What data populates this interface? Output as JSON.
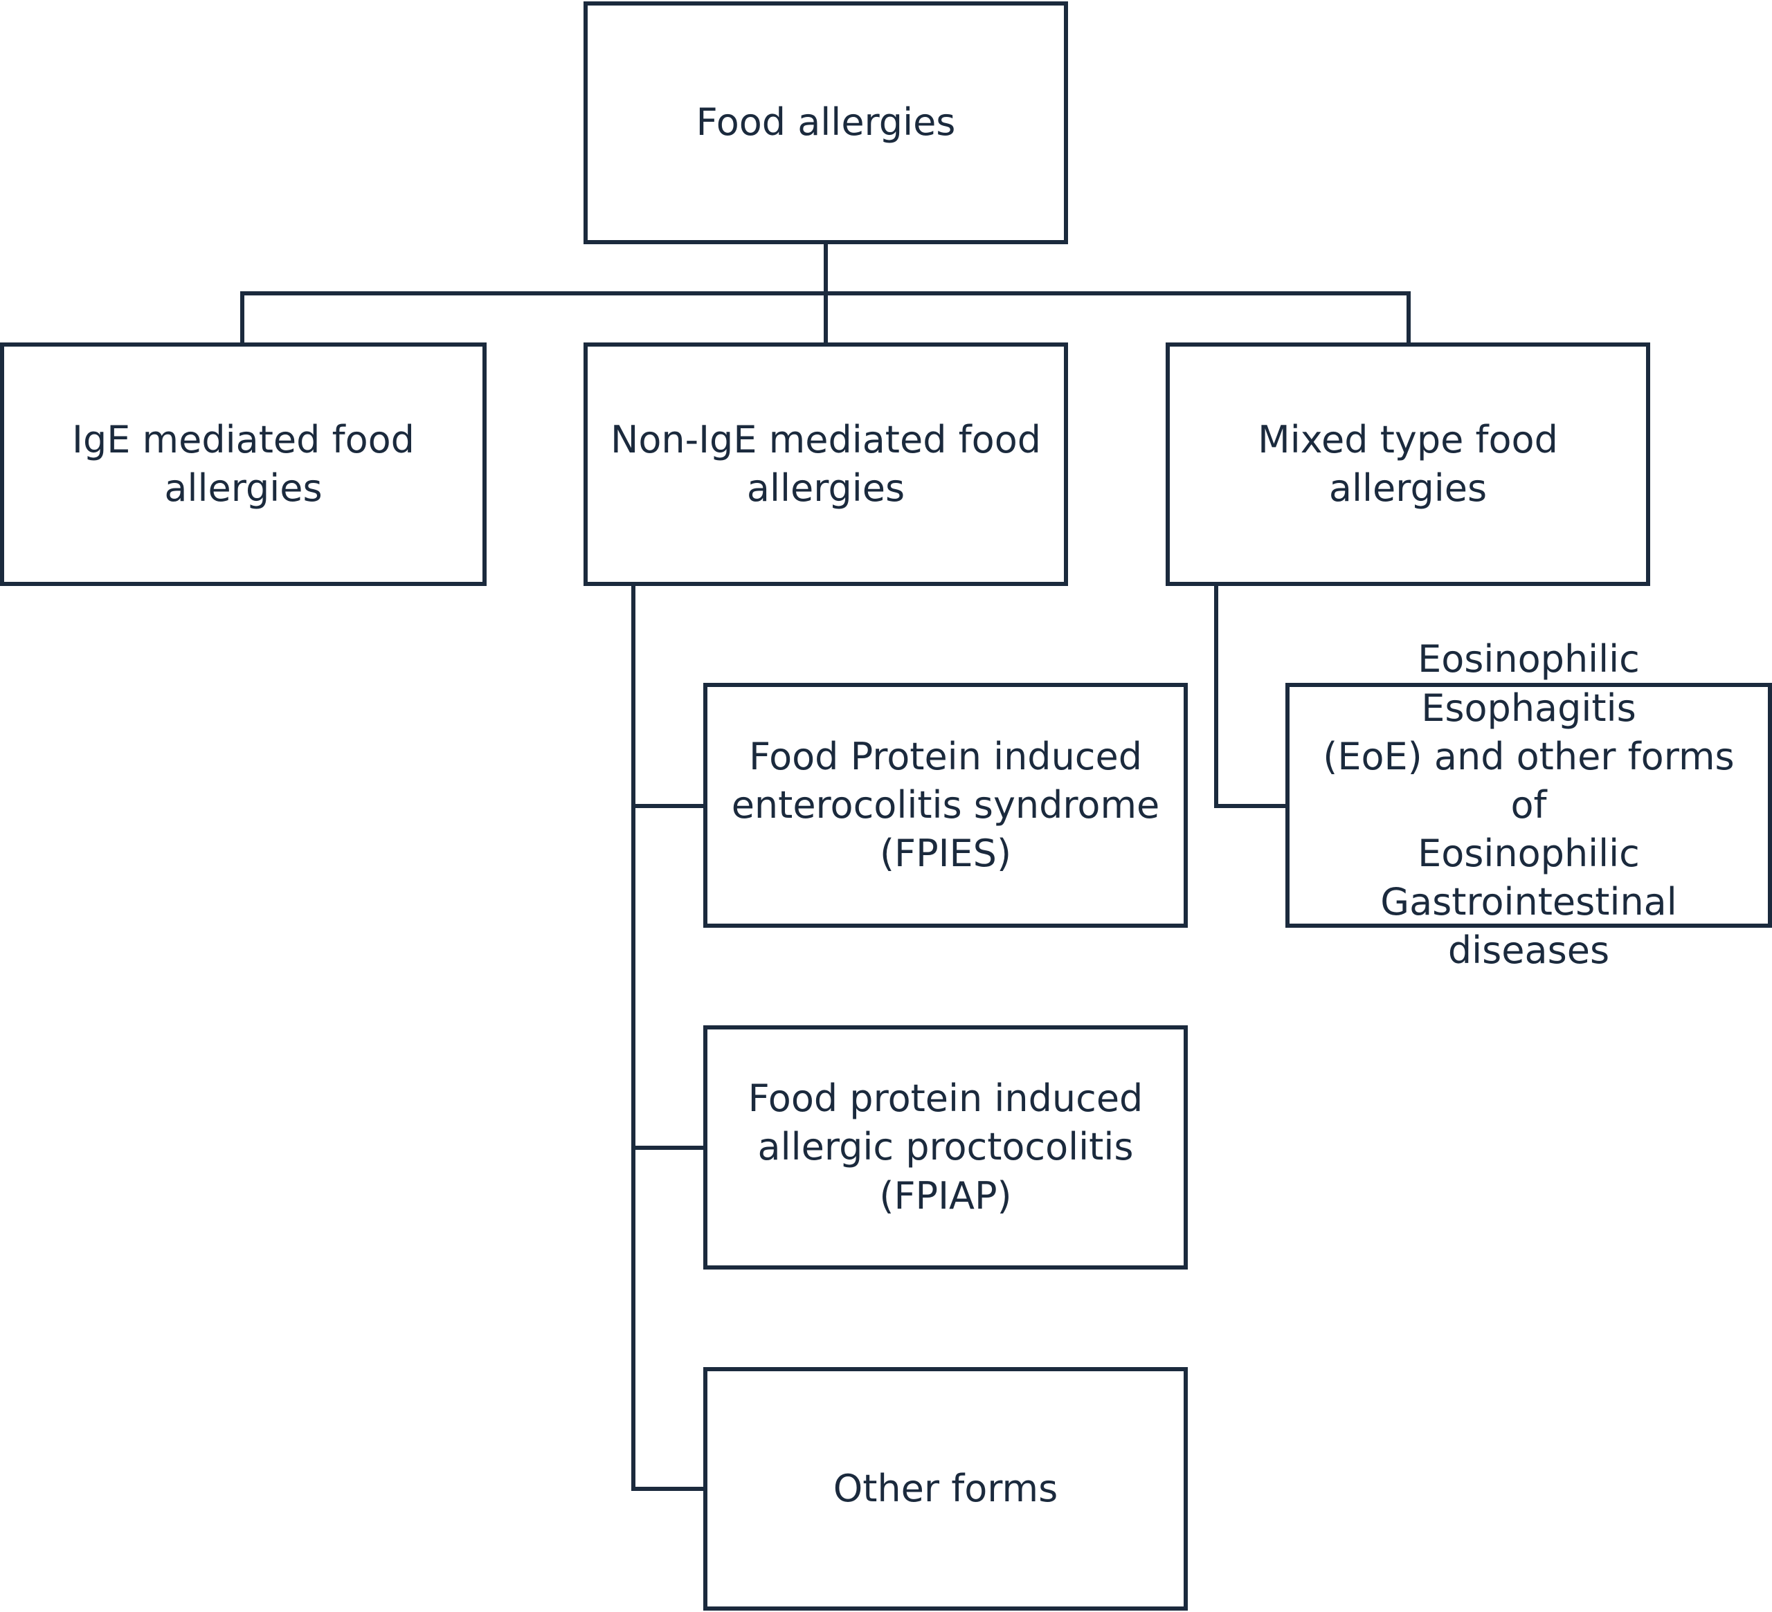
{
  "diagram": {
    "root": {
      "label": "Food allergies"
    },
    "categories": [
      {
        "label": "IgE mediated food\nallergies"
      },
      {
        "label": "Non-IgE mediated food\nallergies",
        "children": [
          {
            "label": "Food Protein induced\nenterocolitis syndrome\n(FPIES)"
          },
          {
            "label": "Food protein induced\nallergic proctocolitis\n(FPIAP)"
          },
          {
            "label": "Other forms"
          }
        ]
      },
      {
        "label": "Mixed type food allergies",
        "children": [
          {
            "label": "Eosinophilic Esophagitis\n(EoE) and other forms of\nEosinophilic\nGastrointestinal diseases"
          }
        ]
      }
    ],
    "colors": {
      "stroke": "#1b2a3d",
      "text": "#1b2a3d",
      "background": "#ffffff"
    }
  }
}
